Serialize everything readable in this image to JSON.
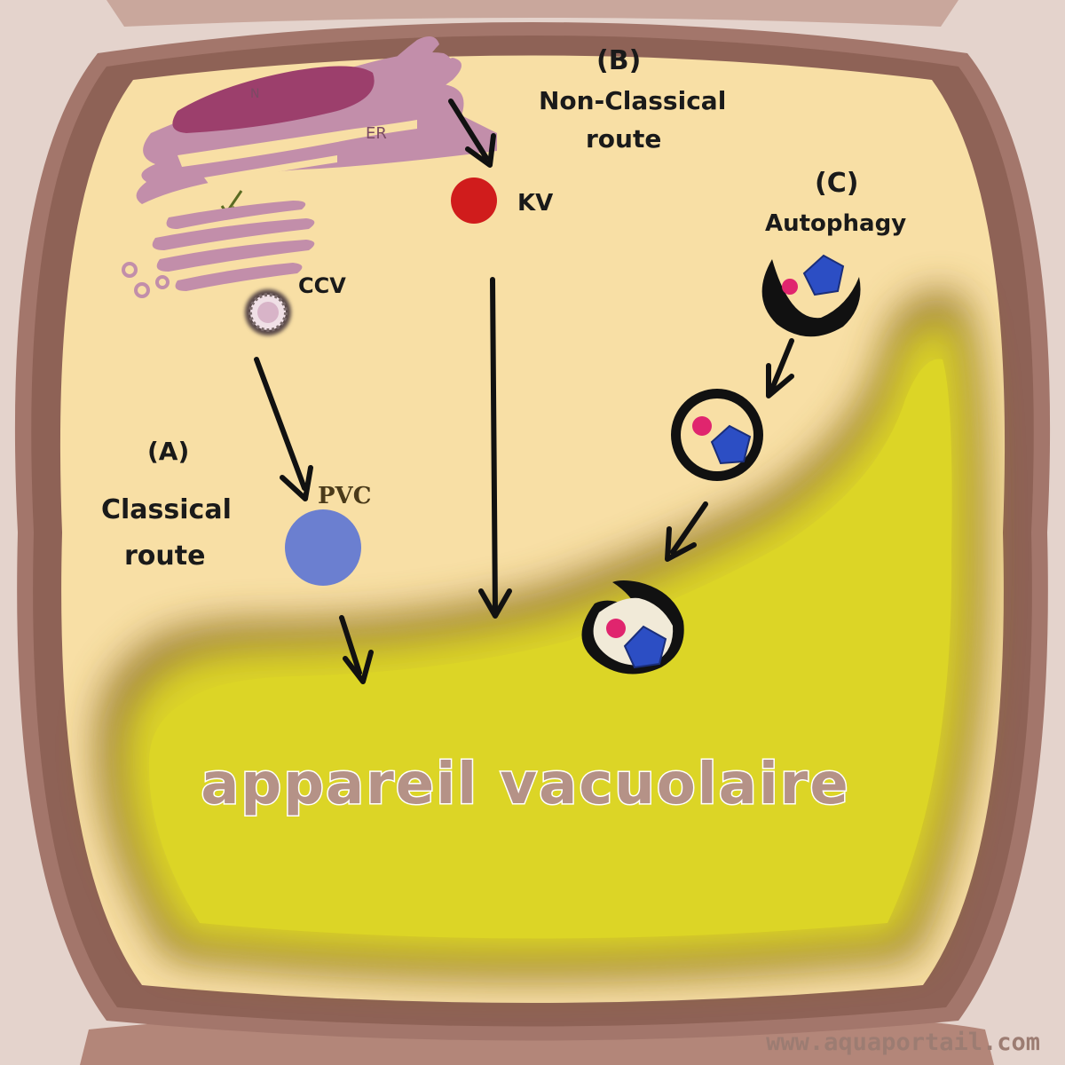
{
  "labels": {
    "nucleus": "N",
    "er": "ER",
    "ccv": "CCV",
    "kv": "KV",
    "pvc": "PVC",
    "route_a_letter": "(A)",
    "route_a_line1": "Classical",
    "route_a_line2": "route",
    "route_b_letter": "(B)",
    "route_b_line1": "Non-Classical",
    "route_b_line2": "route",
    "route_c_letter": "(C)",
    "route_c_line1": "Autophagy"
  },
  "title": "appareil vacuolaire",
  "watermark": "www.aquaportail.com",
  "colors": {
    "cell_wall": "#a3766b",
    "cytoplasm": "#f8dfa5",
    "vacuole": "#dcd426",
    "vacuole_shadow": "#8a6a2a",
    "er_membrane": "#c28eaa",
    "nucleus": "#9c3f6c",
    "kv": "#d01c1c",
    "pvc": "#6b7fd0",
    "cargo_small": "#e0256e",
    "cargo_large": "#2c4ec4"
  }
}
